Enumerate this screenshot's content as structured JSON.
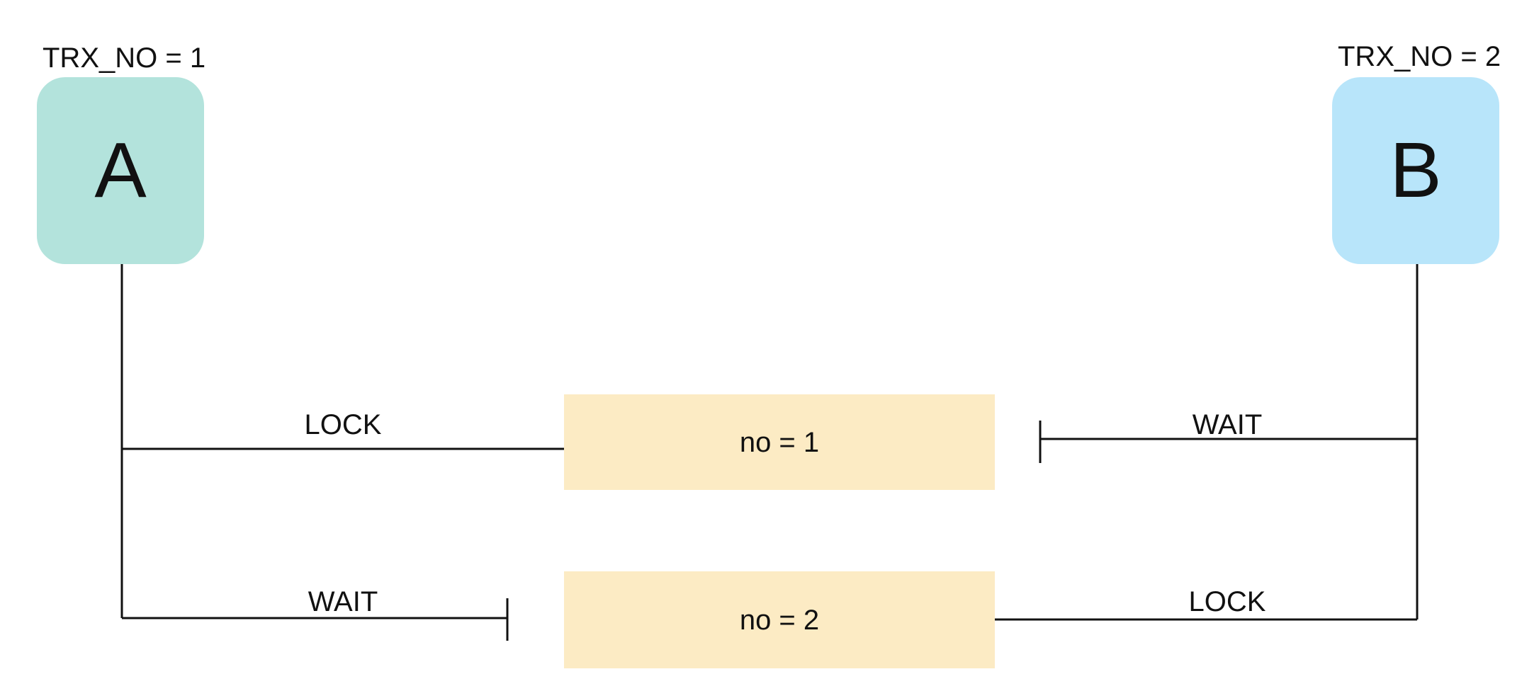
{
  "transactions": {
    "a": {
      "id_label": "TRX_NO = 1",
      "name": "A",
      "color": "#b3e3dc"
    },
    "b": {
      "id_label": "TRX_NO = 2",
      "name": "B",
      "color": "#b8e5fa"
    }
  },
  "rows": {
    "row1": {
      "label": "no = 1",
      "color": "#fcebc4"
    },
    "row2": {
      "label": "no = 2",
      "color": "#fcebc4"
    }
  },
  "edges": {
    "a_row1": "LOCK",
    "b_row1": "WAIT",
    "a_row2": "WAIT",
    "b_row2": "LOCK"
  },
  "line_color": "#111111"
}
